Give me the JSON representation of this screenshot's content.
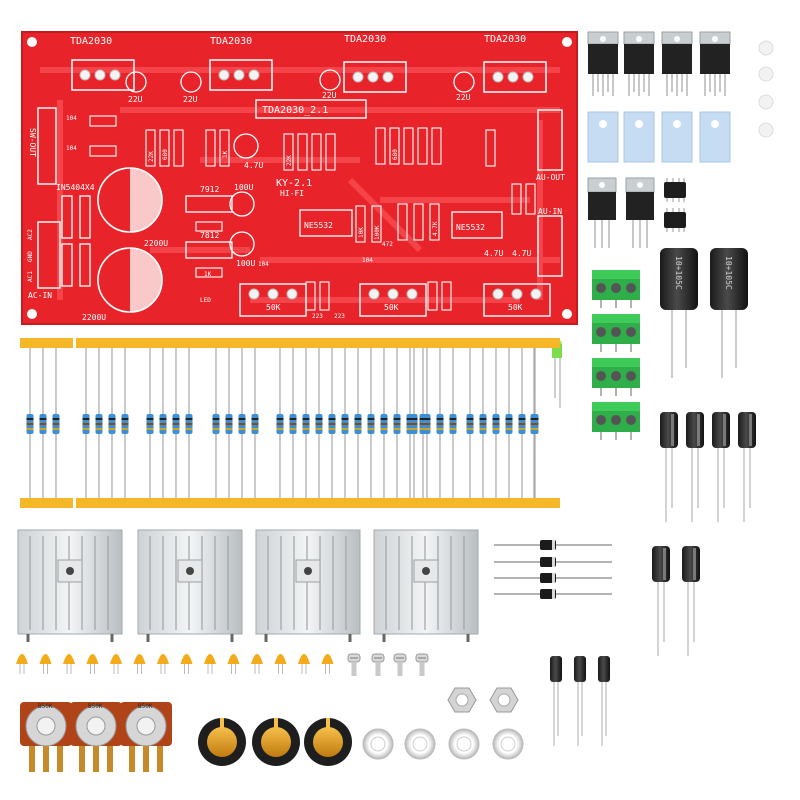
{
  "board": {
    "amp_labels": [
      "TDA2030",
      "TDA2030",
      "TDA2030",
      "TDA2030"
    ],
    "title": "TDA2030_2.1",
    "subtitle": "KY-2.1",
    "hifi": "HI-FI",
    "opamps": [
      "NE5532",
      "NE5532"
    ],
    "pot_labels": [
      "50K",
      "50K",
      "50K"
    ],
    "sw_out": "SW-OUT",
    "au_out": "AU-OUT",
    "au_in": "AU-IN",
    "ac_in": "AC-IN",
    "ac_labels": [
      "AC1",
      "GND",
      "AC2"
    ],
    "diode_label": "IN5404X4",
    "caps_big": [
      "2200U",
      "2200U"
    ],
    "cap_small": [
      "22U",
      "22U",
      "22U",
      "22U",
      "100U",
      "100U",
      "4.7U",
      "4.7U",
      "4.7U"
    ],
    "regs": [
      "7912",
      "7812"
    ],
    "misc": [
      "104",
      "104",
      "104",
      "104",
      "472",
      "1K",
      "LED",
      "223",
      "223"
    ],
    "resistor_marks": [
      "22K",
      "680",
      "1K",
      "22K",
      "680",
      "10K",
      "100K",
      "4.7K"
    ]
  },
  "components": {
    "electrolytic_cap_text": "10+105C",
    "pot_code": "B50K"
  }
}
